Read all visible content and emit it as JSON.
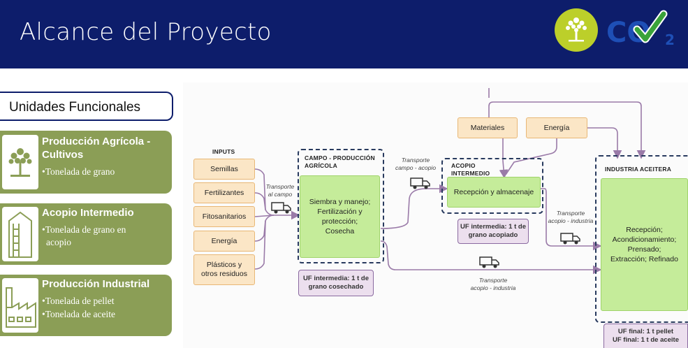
{
  "header": {
    "title": "Alcance del Proyecto"
  },
  "logo": {
    "co2_text": "CO",
    "co2_sub": "2"
  },
  "uf_panel": {
    "title": "Unidades Funcionales",
    "cards": [
      {
        "title_line1": "Producción Agrícola -",
        "title_line2": "Cultivos",
        "bullets": [
          "•Tonelada de grano"
        ]
      },
      {
        "title_line1": "Acopio Intermedio",
        "bullets_line1": "•Tonelada de grano en",
        "bullets_line2": "acopio"
      },
      {
        "title_line1": "Producción Industrial",
        "bullets": [
          "•Tonelada de pellet",
          "•Tonelada de aceite"
        ]
      }
    ]
  },
  "diagram": {
    "inputs_label": "INPUTS",
    "inputs": [
      "Semillas",
      "Fertilizantes",
      "Fitosanitarios",
      "Energía",
      "Plásticos y otros residuos"
    ],
    "transport_field": {
      "line1": "Transporte",
      "line2": "al campo"
    },
    "campo": {
      "label_line1": "CAMPO - PRODUCCIÓN",
      "label_line2": "AGRÍCOLA",
      "process_lines": [
        "Siembra y manejo;",
        "Fertilización y",
        "protección;",
        "Cosecha"
      ],
      "uf_line1": "UF intermedia: 1 t de",
      "uf_line2": "grano cosechado"
    },
    "transport_campo_acopio": {
      "line1": "Transporte",
      "line2": "campo - acopio"
    },
    "top_inputs": [
      "Materiales",
      "Energía"
    ],
    "acopio": {
      "label_line1": "ACOPIO",
      "label_line2": "INTERMEDIO",
      "process": "Recepción y almacenaje",
      "uf_line1": "UF intermedia: 1 t de",
      "uf_line2": "grano acopiado"
    },
    "transport_acopio_industria_top": {
      "line1": "Transporte",
      "line2": "acopio - industria"
    },
    "transport_acopio_industria_bottom": {
      "line1": "Transporte",
      "line2": "acopio - industria"
    },
    "industria": {
      "label": "INDUSTRIA ACEITERA",
      "process_lines": [
        "Recepción;",
        "Acondicionamiento;",
        "Prensado;",
        "Extracción; Refinado"
      ],
      "uf_line1": "UF final: 1 t pellet",
      "uf_line2": "UF final: 1 t de aceite"
    }
  },
  "colors": {
    "header_bg": "#0d1d6b",
    "card_green": "#8b9e56",
    "process_green": "#c5ec9a",
    "input_orange": "#fbe6c6",
    "uf_purple": "#ecdfee",
    "arrow_purple": "#9a7aa8",
    "logo_lime": "#bccf2a",
    "co2_blue": "#1e4fb6",
    "check_green": "#3aa33a"
  },
  "icons": [
    "tree-icon",
    "silo-icon",
    "factory-icon",
    "truck-icon",
    "checkmark-icon"
  ]
}
